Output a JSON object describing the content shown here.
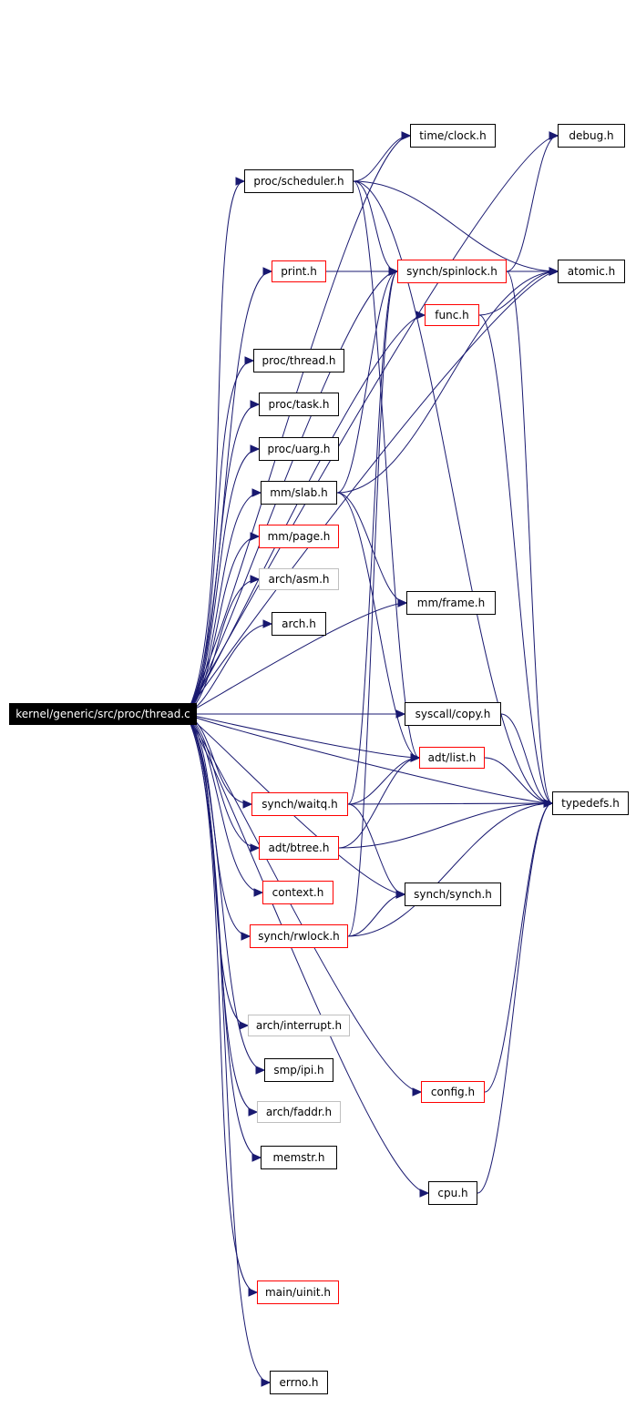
{
  "diagram": {
    "root": {
      "label": "kernel/generic/src/proc/thread.c"
    },
    "nodes": [
      {
        "id": "clock",
        "label": "time/clock.h",
        "style": "black"
      },
      {
        "id": "debug",
        "label": "debug.h",
        "style": "black"
      },
      {
        "id": "scheduler",
        "label": "proc/scheduler.h",
        "style": "black"
      },
      {
        "id": "print",
        "label": "print.h",
        "style": "red"
      },
      {
        "id": "spinlock",
        "label": "synch/spinlock.h",
        "style": "red"
      },
      {
        "id": "atomic",
        "label": "atomic.h",
        "style": "black"
      },
      {
        "id": "func",
        "label": "func.h",
        "style": "red"
      },
      {
        "id": "thread",
        "label": "proc/thread.h",
        "style": "black"
      },
      {
        "id": "task",
        "label": "proc/task.h",
        "style": "black"
      },
      {
        "id": "uarg",
        "label": "proc/uarg.h",
        "style": "black"
      },
      {
        "id": "slab",
        "label": "mm/slab.h",
        "style": "black"
      },
      {
        "id": "page",
        "label": "mm/page.h",
        "style": "red"
      },
      {
        "id": "asm",
        "label": "arch/asm.h",
        "style": "gray"
      },
      {
        "id": "frame",
        "label": "mm/frame.h",
        "style": "black"
      },
      {
        "id": "arch",
        "label": "arch.h",
        "style": "black"
      },
      {
        "id": "copy",
        "label": "syscall/copy.h",
        "style": "black"
      },
      {
        "id": "list",
        "label": "adt/list.h",
        "style": "red"
      },
      {
        "id": "typedefs",
        "label": "typedefs.h",
        "style": "black"
      },
      {
        "id": "waitq",
        "label": "synch/waitq.h",
        "style": "red"
      },
      {
        "id": "btree",
        "label": "adt/btree.h",
        "style": "red"
      },
      {
        "id": "synch",
        "label": "synch/synch.h",
        "style": "black"
      },
      {
        "id": "context",
        "label": "context.h",
        "style": "red"
      },
      {
        "id": "rwlock",
        "label": "synch/rwlock.h",
        "style": "red"
      },
      {
        "id": "interrupt",
        "label": "arch/interrupt.h",
        "style": "gray"
      },
      {
        "id": "ipi",
        "label": "smp/ipi.h",
        "style": "black"
      },
      {
        "id": "config",
        "label": "config.h",
        "style": "red"
      },
      {
        "id": "faddr",
        "label": "arch/faddr.h",
        "style": "gray"
      },
      {
        "id": "memstr",
        "label": "memstr.h",
        "style": "black"
      },
      {
        "id": "cpu",
        "label": "cpu.h",
        "style": "black"
      },
      {
        "id": "uinit",
        "label": "main/uinit.h",
        "style": "red"
      },
      {
        "id": "errno",
        "label": "errno.h",
        "style": "black"
      }
    ],
    "edges": [
      [
        "root",
        "clock"
      ],
      [
        "root",
        "debug"
      ],
      [
        "root",
        "scheduler"
      ],
      [
        "root",
        "print"
      ],
      [
        "root",
        "spinlock"
      ],
      [
        "root",
        "atomic"
      ],
      [
        "root",
        "func"
      ],
      [
        "root",
        "thread"
      ],
      [
        "root",
        "task"
      ],
      [
        "root",
        "uarg"
      ],
      [
        "root",
        "slab"
      ],
      [
        "root",
        "page"
      ],
      [
        "root",
        "asm"
      ],
      [
        "root",
        "frame"
      ],
      [
        "root",
        "arch"
      ],
      [
        "root",
        "copy"
      ],
      [
        "root",
        "list"
      ],
      [
        "root",
        "typedefs"
      ],
      [
        "root",
        "waitq"
      ],
      [
        "root",
        "btree"
      ],
      [
        "root",
        "synch"
      ],
      [
        "root",
        "context"
      ],
      [
        "root",
        "rwlock"
      ],
      [
        "root",
        "interrupt"
      ],
      [
        "root",
        "ipi"
      ],
      [
        "root",
        "config"
      ],
      [
        "root",
        "faddr"
      ],
      [
        "root",
        "memstr"
      ],
      [
        "root",
        "cpu"
      ],
      [
        "root",
        "uinit"
      ],
      [
        "root",
        "errno"
      ],
      [
        "scheduler",
        "clock"
      ],
      [
        "scheduler",
        "atomic"
      ],
      [
        "scheduler",
        "spinlock"
      ],
      [
        "scheduler",
        "typedefs"
      ],
      [
        "scheduler",
        "list"
      ],
      [
        "print",
        "spinlock"
      ],
      [
        "spinlock",
        "atomic"
      ],
      [
        "spinlock",
        "debug"
      ],
      [
        "spinlock",
        "typedefs"
      ],
      [
        "func",
        "atomic"
      ],
      [
        "func",
        "typedefs"
      ],
      [
        "slab",
        "atomic"
      ],
      [
        "slab",
        "spinlock"
      ],
      [
        "slab",
        "frame"
      ],
      [
        "slab",
        "list"
      ],
      [
        "copy",
        "typedefs"
      ],
      [
        "list",
        "typedefs"
      ],
      [
        "waitq",
        "typedefs"
      ],
      [
        "waitq",
        "spinlock"
      ],
      [
        "waitq",
        "list"
      ],
      [
        "waitq",
        "synch"
      ],
      [
        "btree",
        "typedefs"
      ],
      [
        "btree",
        "list"
      ],
      [
        "rwlock",
        "synch"
      ],
      [
        "rwlock",
        "typedefs"
      ],
      [
        "rwlock",
        "spinlock"
      ],
      [
        "config",
        "typedefs"
      ],
      [
        "cpu",
        "typedefs"
      ]
    ]
  }
}
